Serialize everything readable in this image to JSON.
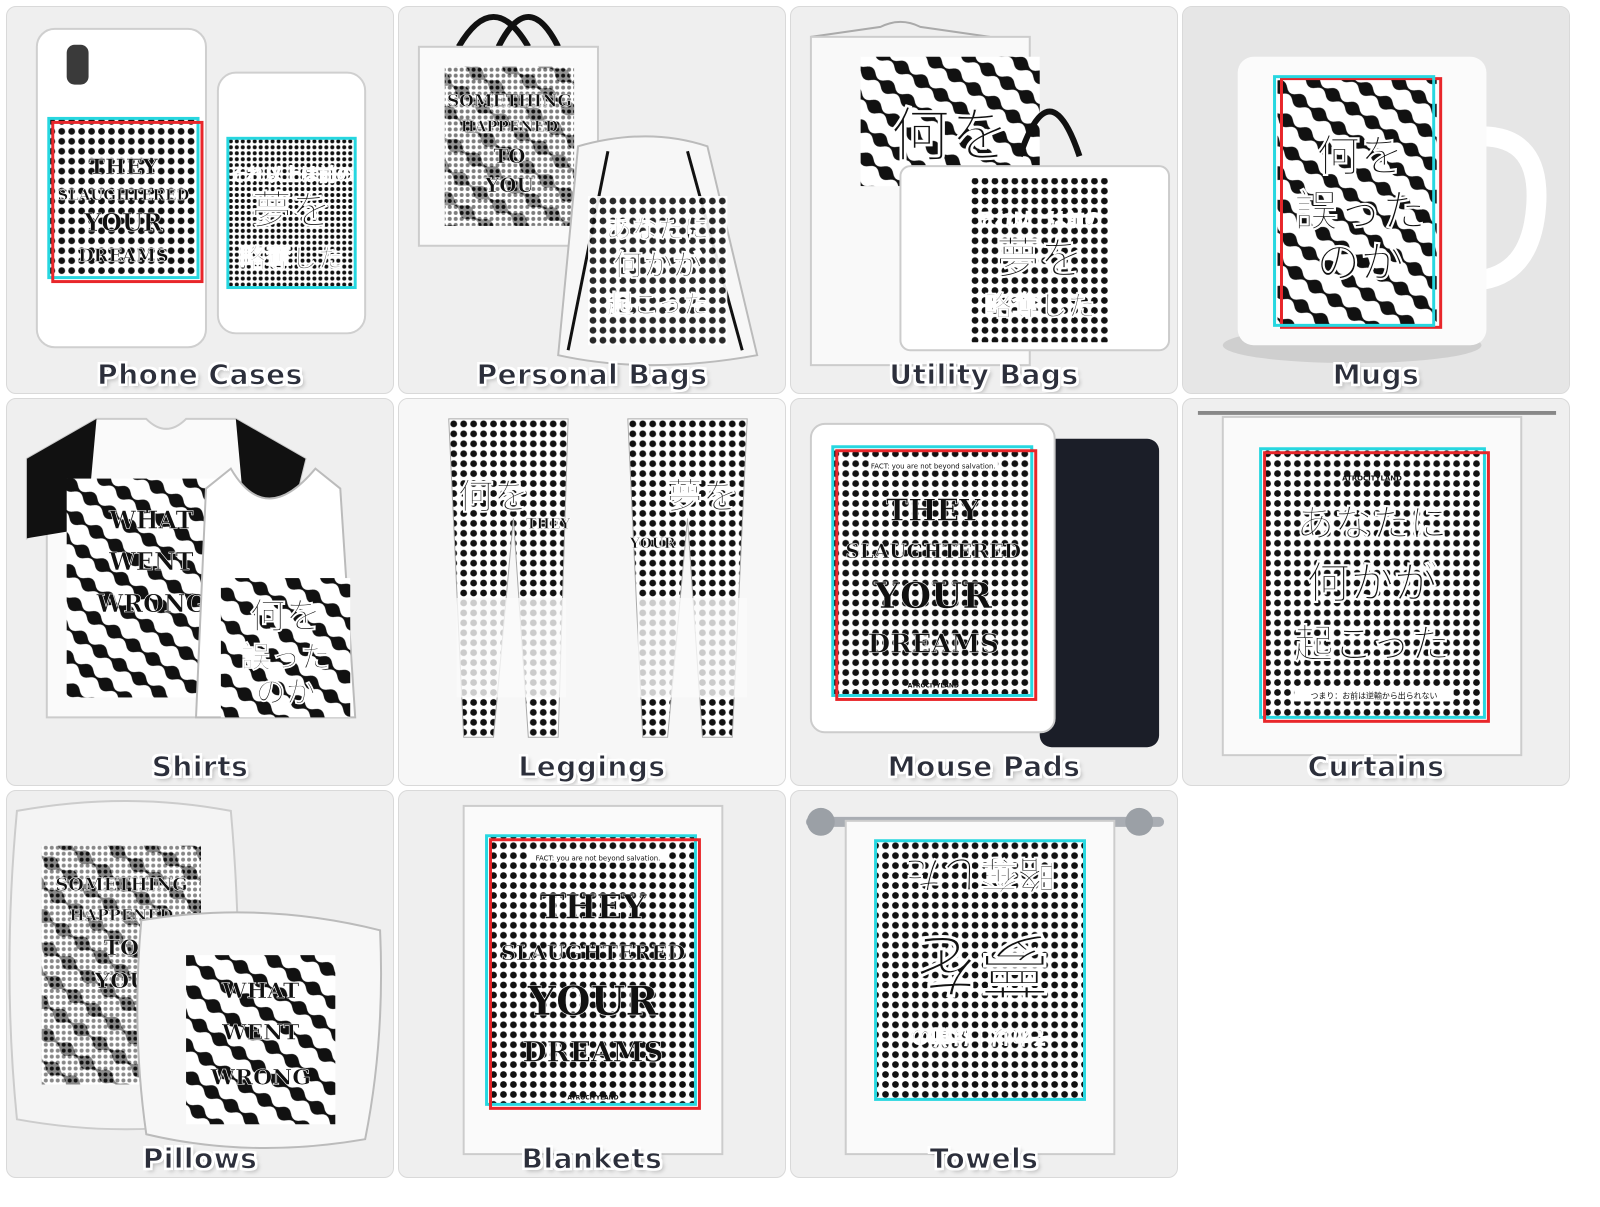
{
  "tiles": [
    {
      "label": "Phone Cases"
    },
    {
      "label": "Personal Bags"
    },
    {
      "label": "Utility Bags"
    },
    {
      "label": "Mugs"
    },
    {
      "label": "Shirts"
    },
    {
      "label": "Leggings"
    },
    {
      "label": "Mouse Pads"
    },
    {
      "label": "Curtains"
    },
    {
      "label": "Pillows"
    },
    {
      "label": "Blankets"
    },
    {
      "label": "Towels"
    }
  ],
  "artwork": {
    "they": "THEY",
    "slaughtered": "SLAUGHTERED",
    "your": "YOUR",
    "dreams": "DREAMS",
    "something": "SOMETHING",
    "happened": "HAPPENED",
    "to": "TO",
    "you": "YOU",
    "what": "WHAT",
    "went": "WENT",
    "wrong": "WRONG",
    "fact": "FACT: you are not beyond salvation.",
    "brand": "ATROCITYLAND",
    "jp_dream_1": "それ以上は前の",
    "jp_dream_2": "夢を",
    "jp_dream_3": "略奪した",
    "jp_what_1": "何を",
    "jp_what_2": "誤った",
    "jp_what_3": "のか",
    "jp_some_1": "あなたに",
    "jp_some_2": "何かが",
    "jp_some_3": "起こった",
    "jp_note": "つまり：お前はそれの秘密が満ちみちかかっている事に気づいてしまった",
    "jp_note_short": "つまり：お前は逆輸から出られない"
  },
  "colors": {
    "tile_bg": "#efefef",
    "label": "#2c2f3b",
    "glitch_red": "#e8262a",
    "glitch_cyan": "#27d7e0"
  }
}
